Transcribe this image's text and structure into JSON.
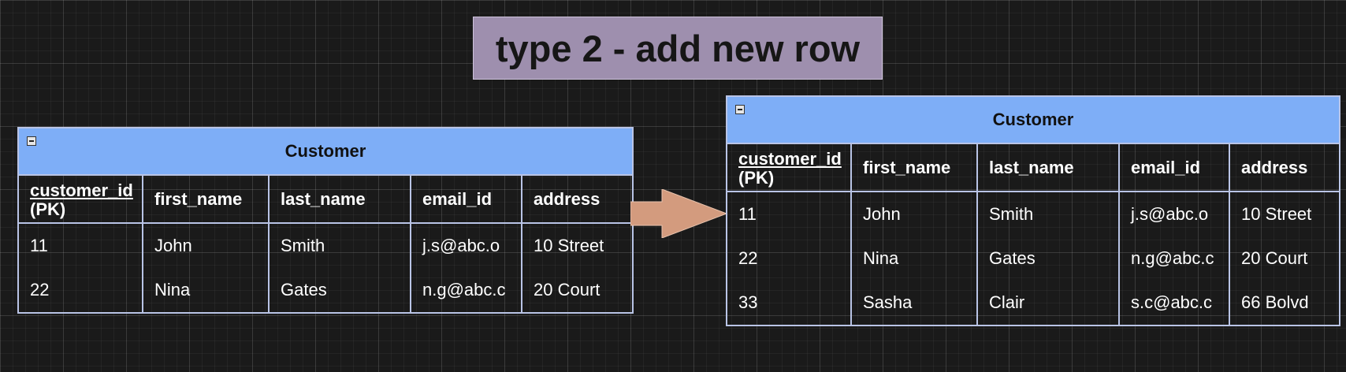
{
  "title": "type 2 - add new row",
  "colors": {
    "background": "#1a1a1a",
    "title_box": "#9e8fae",
    "table_header": "#7eaef7",
    "table_border": "#b9c4e6",
    "arrow_fill": "#d39b7e"
  },
  "icons": {
    "collapse": "collapse-minus-icon",
    "arrow": "right-arrow-icon"
  },
  "before_table": {
    "name": "Customer",
    "columns": [
      "customer_id",
      "first_name",
      "last_name",
      "email_id",
      "address"
    ],
    "pk_suffix": "(PK)",
    "rows": [
      [
        "11",
        "John",
        "Smith",
        "j.s@abc.o",
        "10 Street"
      ],
      [
        "22",
        "Nina",
        "Gates",
        "n.g@abc.c",
        "20 Court"
      ]
    ]
  },
  "after_table": {
    "name": "Customer",
    "columns": [
      "customer_id",
      "first_name",
      "last_name",
      "email_id",
      "address"
    ],
    "pk_suffix": "(PK)",
    "rows": [
      [
        "11",
        "John",
        "Smith",
        "j.s@abc.o",
        "10 Street"
      ],
      [
        "22",
        "Nina",
        "Gates",
        "n.g@abc.c",
        "20 Court"
      ],
      [
        "33",
        "Sasha",
        "Clair",
        "s.c@abc.c",
        "66 Bolvd"
      ]
    ]
  }
}
